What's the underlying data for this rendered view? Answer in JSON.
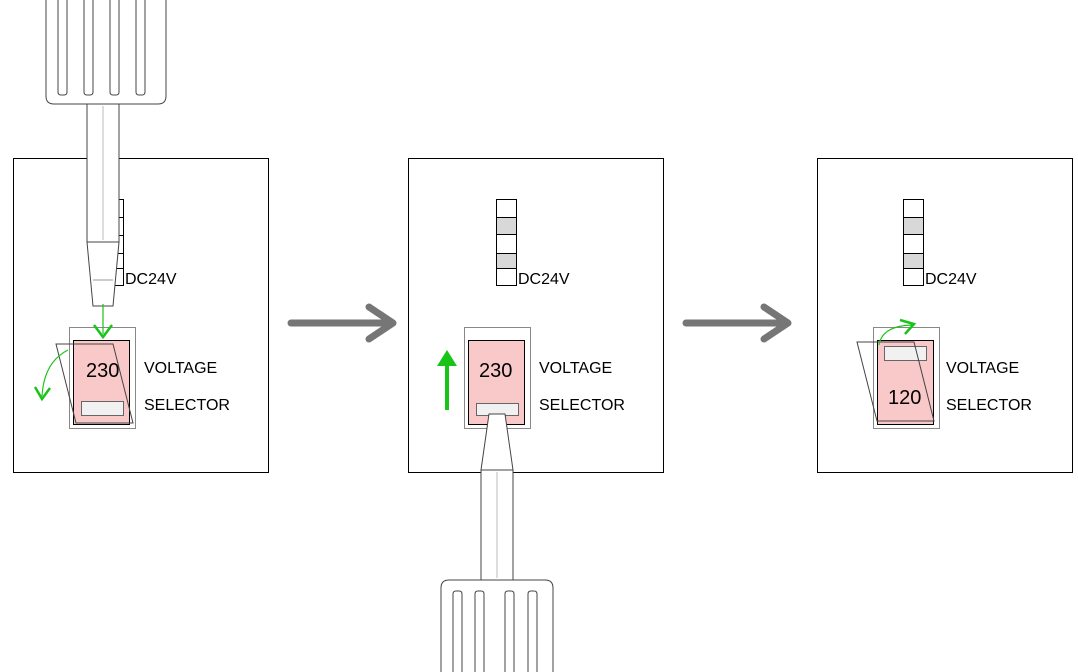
{
  "colors": {
    "selector_fill": "#f9c8c8",
    "arrow_green": "#19c419",
    "step_arrow": "#767676",
    "led_gray": "#d8d8d8",
    "outline": "#000000"
  },
  "panels": [
    {
      "step": 1,
      "power_label": "DC24V",
      "selector_value": "230",
      "selector_label_line1": "VOLTAGE",
      "selector_label_line2": "SELECTOR",
      "action": "pry-open-cover",
      "icons": [
        "screwdriver-icon",
        "arrow-down-icon",
        "arrow-curve-down-icon"
      ]
    },
    {
      "step": 2,
      "power_label": "DC24V",
      "selector_value": "230",
      "selector_label_line1": "VOLTAGE",
      "selector_label_line2": "SELECTOR",
      "action": "pull-selector-out",
      "icons": [
        "screwdriver-icon",
        "arrow-up-icon"
      ]
    },
    {
      "step": 3,
      "power_label": "DC24V",
      "selector_value": "120",
      "selector_label_line1": "VOLTAGE",
      "selector_label_line2": "SELECTOR",
      "action": "insert-rotated-selector-and-close",
      "icons": [
        "arrow-curve-up-icon"
      ]
    }
  ],
  "step_arrows": [
    "arrow-right-icon",
    "arrow-right-icon"
  ]
}
